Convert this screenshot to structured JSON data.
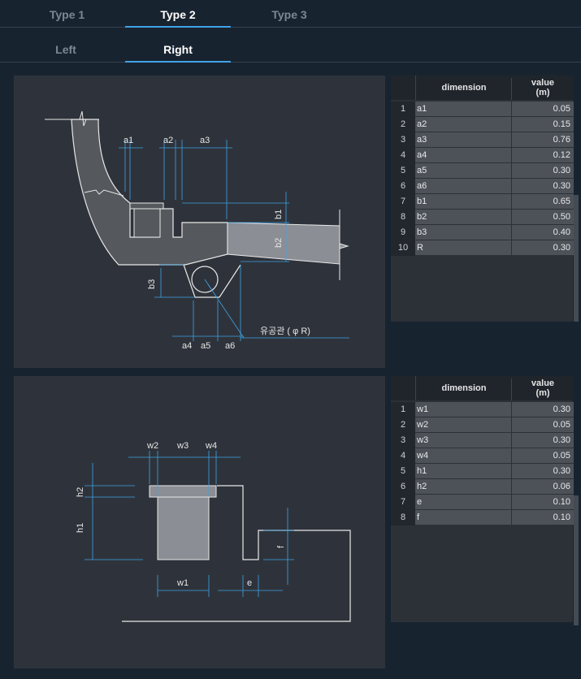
{
  "type_tabs": [
    "Type 1",
    "Type 2",
    "Type 3"
  ],
  "active_type": "Type 2",
  "side_tabs": [
    "Left",
    "Right"
  ],
  "active_side": "Right",
  "diagram1": {
    "labels": [
      "a1",
      "a2",
      "a3",
      "a4",
      "a5",
      "a6",
      "b1",
      "b2",
      "b3"
    ],
    "pipe_label": "유공관 ( φ R)"
  },
  "diagram2": {
    "labels": [
      "w1",
      "w2",
      "w3",
      "w4",
      "h1",
      "h2",
      "e",
      "f"
    ]
  },
  "table_headers": {
    "dimension": "dimension",
    "value": "value",
    "unit": "(m)"
  },
  "table1": {
    "rows": [
      {
        "idx": "1",
        "name": "a1",
        "value": "0.05"
      },
      {
        "idx": "2",
        "name": "a2",
        "value": "0.15"
      },
      {
        "idx": "3",
        "name": "a3",
        "value": "0.76"
      },
      {
        "idx": "4",
        "name": "a4",
        "value": "0.12"
      },
      {
        "idx": "5",
        "name": "a5",
        "value": "0.30"
      },
      {
        "idx": "6",
        "name": "a6",
        "value": "0.30"
      },
      {
        "idx": "7",
        "name": "b1",
        "value": "0.65"
      },
      {
        "idx": "8",
        "name": "b2",
        "value": "0.50"
      },
      {
        "idx": "9",
        "name": "b3",
        "value": "0.40"
      },
      {
        "idx": "10",
        "name": "R",
        "value": "0.30"
      }
    ]
  },
  "table2": {
    "rows": [
      {
        "idx": "1",
        "name": "w1",
        "value": "0.30"
      },
      {
        "idx": "2",
        "name": "w2",
        "value": "0.05"
      },
      {
        "idx": "3",
        "name": "w3",
        "value": "0.30"
      },
      {
        "idx": "4",
        "name": "w4",
        "value": "0.05"
      },
      {
        "idx": "5",
        "name": "h1",
        "value": "0.30"
      },
      {
        "idx": "6",
        "name": "h2",
        "value": "0.06"
      },
      {
        "idx": "7",
        "name": "e",
        "value": "0.10"
      },
      {
        "idx": "8",
        "name": "f",
        "value": "0.10"
      }
    ]
  },
  "colors": {
    "accent": "#3fa3e6",
    "background": "#182330",
    "panel": "#2e333b"
  }
}
